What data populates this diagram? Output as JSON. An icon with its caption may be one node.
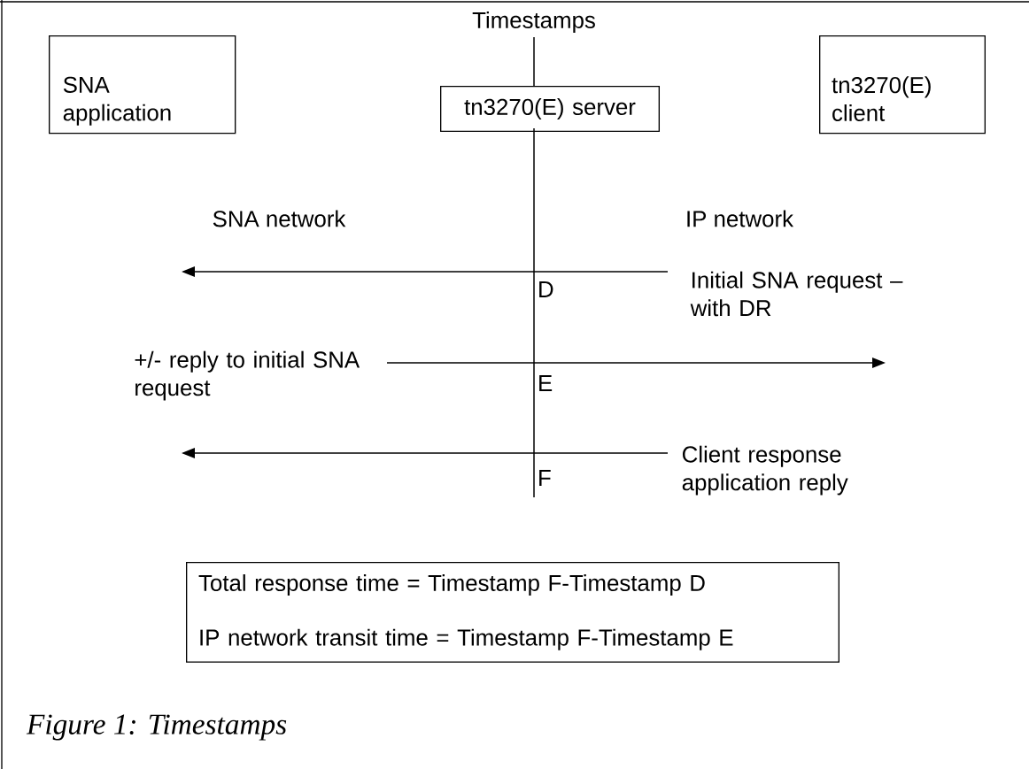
{
  "diagram": {
    "caption": "Figure 1: Timestamps",
    "nodes": [
      {
        "text": [
          "SNA application"
        ]
      },
      {
        "text": [
          "tn3270(E) client"
        ]
      },
      {
        "text": [
          "tn3270(E) server"
        ]
      },
      {
        "text": [
          "Initial SNA request – with DR"
        ]
      },
      {
        "text": [
          "+/- reply to initial SNA request"
        ]
      },
      {
        "text": [
          "Client response application reply"
        ]
      },
      {
        "text": [
          "Total response time = Timestamp F-Timestamp D",
          "IP network transit time = Timestamp F-Timestamp E"
        ]
      }
    ],
    "edges": [
      {
        "from": 3,
        "to": null,
        "arrow": "to"
      },
      {
        "from": 4,
        "to": null,
        "arrow": "to"
      },
      {
        "from": 5,
        "to": null,
        "arrow": "to"
      }
    ],
    "labels": [
      "Timestamps",
      "SNA network",
      "IP network",
      "D",
      "E",
      "F"
    ]
  }
}
